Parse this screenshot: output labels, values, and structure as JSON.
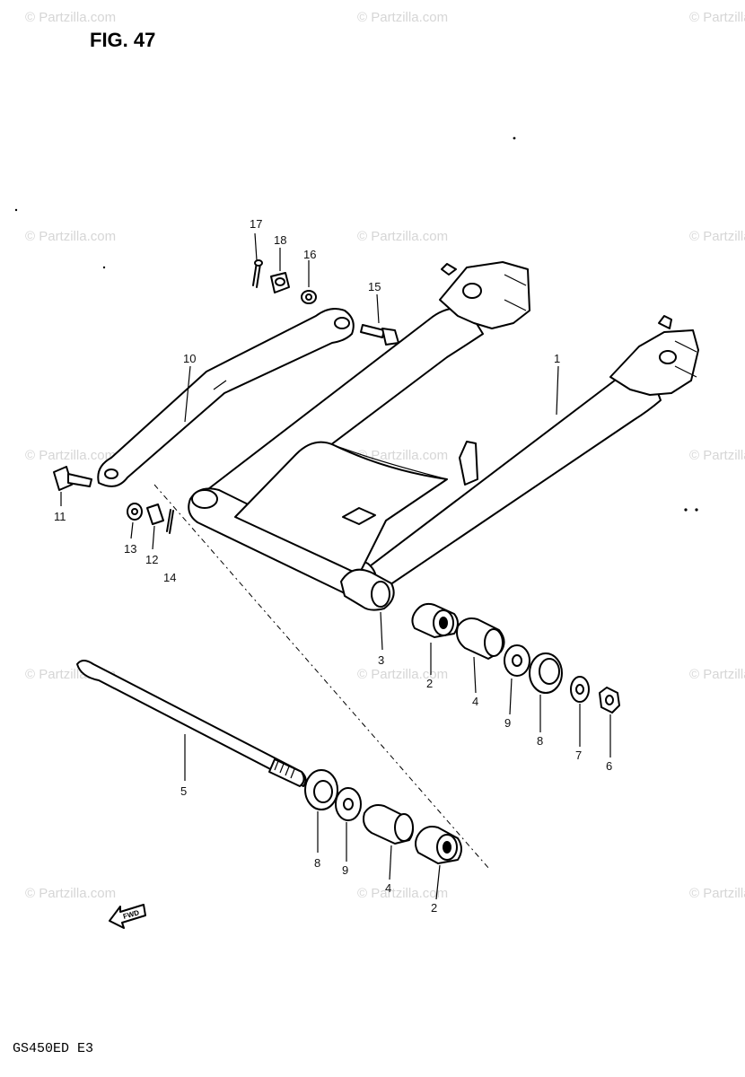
{
  "figure": {
    "title": "FIG. 47",
    "model_code": "GS450ED E3",
    "forward_label": "FWD"
  },
  "watermark": {
    "text": "© Partzilla.com"
  },
  "callouts": [
    {
      "id": "17",
      "label": "17"
    },
    {
      "id": "18",
      "label": "18"
    },
    {
      "id": "16",
      "label": "16"
    },
    {
      "id": "15",
      "label": "15"
    },
    {
      "id": "10",
      "label": "10"
    },
    {
      "id": "1",
      "label": "1"
    },
    {
      "id": "11",
      "label": "11"
    },
    {
      "id": "13",
      "label": "13"
    },
    {
      "id": "12",
      "label": "12"
    },
    {
      "id": "14",
      "label": "14"
    },
    {
      "id": "3",
      "label": "3"
    },
    {
      "id": "2a",
      "label": "2"
    },
    {
      "id": "4a",
      "label": "4"
    },
    {
      "id": "9a",
      "label": "9"
    },
    {
      "id": "8a",
      "label": "8"
    },
    {
      "id": "7",
      "label": "7"
    },
    {
      "id": "6",
      "label": "6"
    },
    {
      "id": "5",
      "label": "5"
    },
    {
      "id": "8b",
      "label": "8"
    },
    {
      "id": "9b",
      "label": "9"
    },
    {
      "id": "4b",
      "label": "4"
    },
    {
      "id": "2b",
      "label": "2"
    }
  ]
}
